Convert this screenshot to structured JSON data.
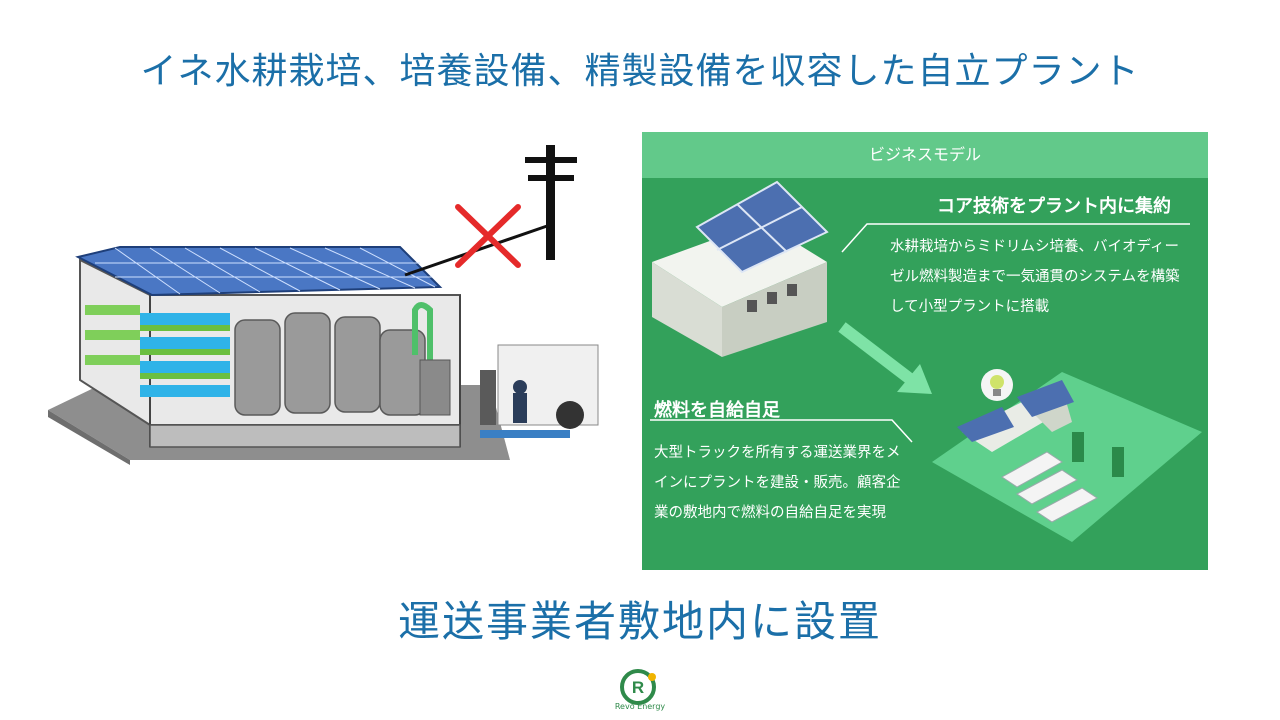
{
  "title": "イネ水耕栽培、培養設備、精製設備を収容した自立プラント",
  "subtitle": "運送事業者敷地内に設置",
  "panel": {
    "header": "ビジネスモデル",
    "core_title": "コア技術をプラント内に集約",
    "core_body": "水耕栽培からミドリムシ培養、バイオディーゼル燃料製造まで一気通貫のシステムを構築して小型プラントに搭載",
    "fuel_title": "燃料を自給自足",
    "fuel_body": "大型トラックを所有する運送業界をメインにプラントを建設・販売。顧客企業の敷地内で燃料の自給自足を実現"
  },
  "logo": {
    "mark": "R",
    "text": "Revo Energy"
  },
  "icons": [
    "cross-mark-icon",
    "lightbulb-icon"
  ],
  "colors": {
    "title": "#1b6fa8",
    "panel": "#33a15b",
    "panel_header": "#62c98a",
    "cross": "#e52a2a"
  }
}
